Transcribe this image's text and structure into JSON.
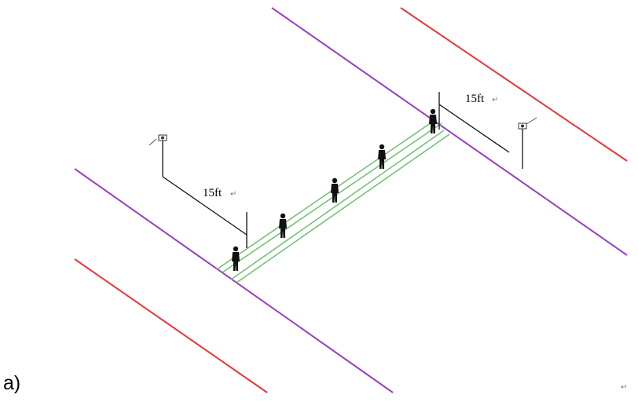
{
  "caption": "a)",
  "return_mark": "↵",
  "dimensions": [
    {
      "value": "15ft"
    },
    {
      "value": "15ft"
    }
  ],
  "colors": {
    "road_edge": "#9b3fbf",
    "outer_line": "#e8373a",
    "crosswalk": "#6fbf6f",
    "pole": "#333333",
    "pedestrian": "#111111"
  },
  "icons": [
    "street-light-icon",
    "pedestrian-icon"
  ]
}
